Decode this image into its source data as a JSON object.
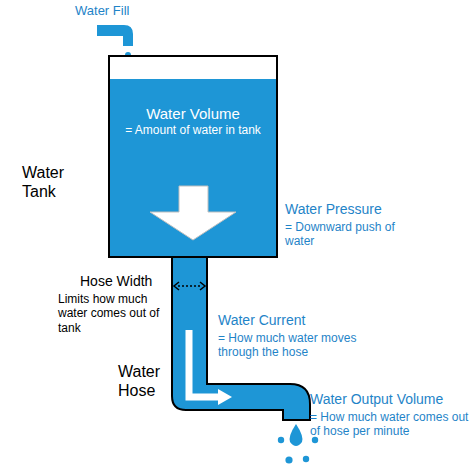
{
  "diagram": {
    "nodes": [
      {
        "text": [
          "Water Volume",
          "= Amount of water in tank"
        ]
      }
    ],
    "labels": [
      "Water Fill",
      "Water Tank",
      "Water Pressure",
      "= Downward push of water",
      "Hose Width",
      "Limits how much water comes out of tank",
      "Water Current",
      "= How much water moves through the hose",
      "Water Hose",
      "Water Output Volume",
      "= How much water comes out of hose per minute"
    ]
  }
}
